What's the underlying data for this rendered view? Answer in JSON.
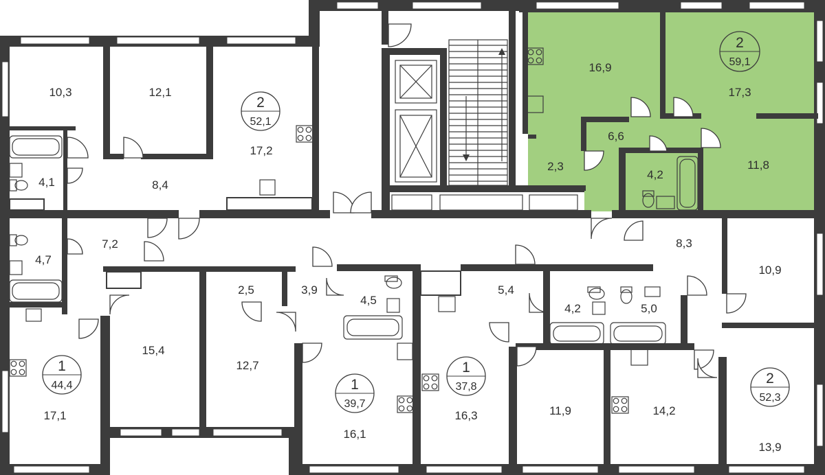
{
  "highlight_color": "#a2cf80",
  "wall_color": "#3c3c3c",
  "rooms": {
    "r_10_3": "10,3",
    "r_12_1": "12,1",
    "r_17_2": "17,2",
    "r_4_1": "4,1",
    "r_8_4": "8,4",
    "r_7_2": "7,2",
    "r_4_7": "4,7",
    "r_17_1": "17,1",
    "r_15_4": "15,4",
    "r_2_5": "2,5",
    "r_12_7": "12,7",
    "r_3_9": "3,9",
    "r_4_5": "4,5",
    "r_16_1": "16,1",
    "r_16_3": "16,3",
    "r_5_4": "5,4",
    "r_4_2b": "4,2",
    "r_11_9": "11,9",
    "r_5_0": "5,0",
    "r_14_2": "14,2",
    "r_8_3": "8,3",
    "r_10_9": "10,9",
    "r_13_9": "13,9",
    "r_16_9": "16,9",
    "r_17_3": "17,3",
    "r_6_6": "6,6",
    "r_2_3": "2,3",
    "r_4_2a": "4,2",
    "r_11_8": "11,8"
  },
  "apartments": [
    {
      "rooms": "2",
      "area": "52,1"
    },
    {
      "rooms": "2",
      "area": "59,1"
    },
    {
      "rooms": "1",
      "area": "44,4"
    },
    {
      "rooms": "1",
      "area": "39,7"
    },
    {
      "rooms": "1",
      "area": "37,8"
    },
    {
      "rooms": "2",
      "area": "52,3"
    }
  ],
  "icons": {
    "stove": "stove-icon",
    "sink": "sink-icon",
    "toilet": "toilet-icon",
    "bathtub": "bathtub-icon",
    "elevator": "elevator-icon",
    "stairs": "stairs-icon"
  }
}
